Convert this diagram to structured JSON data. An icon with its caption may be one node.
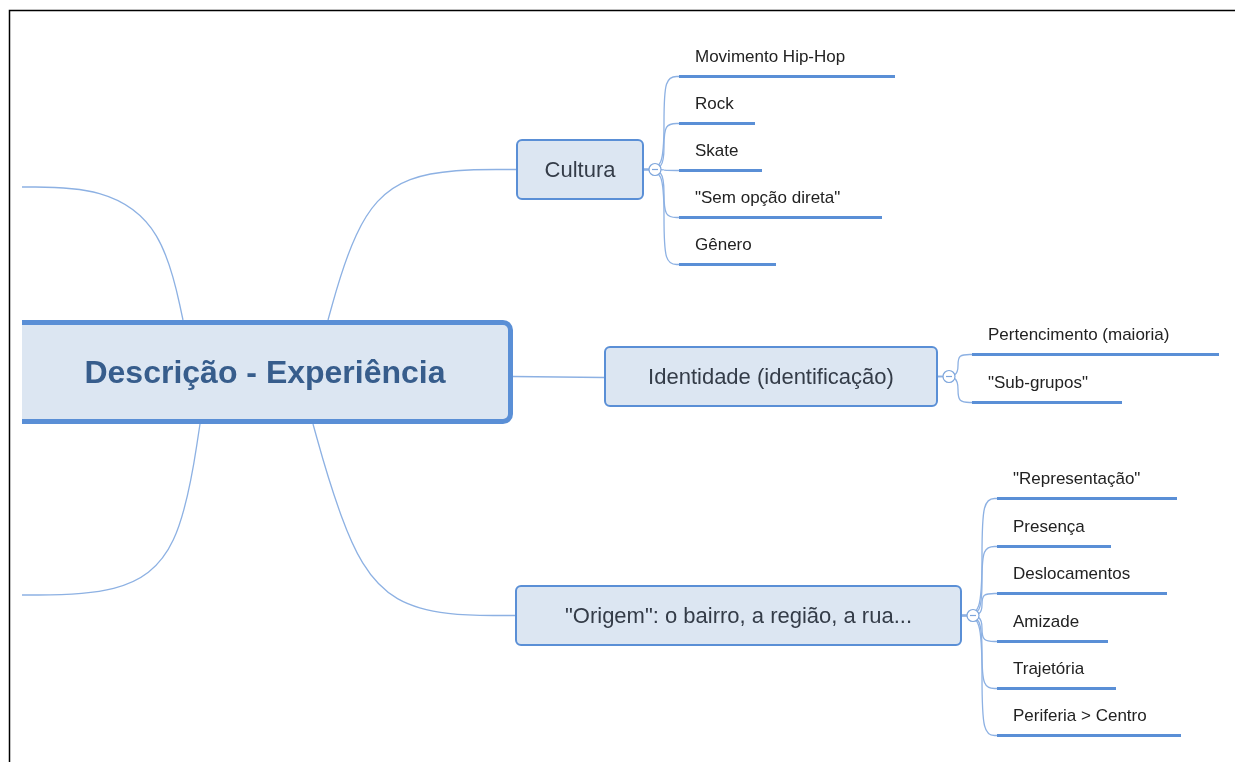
{
  "diagram": {
    "nodes": [
      {
        "text": [
          "Descrição - Experiência"
        ]
      },
      {
        "text": [
          "Cultura"
        ]
      },
      {
        "text": [
          "Movimento Hip-Hop"
        ]
      },
      {
        "text": [
          "Rock"
        ]
      },
      {
        "text": [
          "Skate"
        ]
      },
      {
        "text": [
          "\"Sem opção direta\""
        ]
      },
      {
        "text": [
          "Gênero"
        ]
      },
      {
        "text": [
          "Identidade (identificação)"
        ]
      },
      {
        "text": [
          "Pertencimento (maioria)"
        ]
      },
      {
        "text": [
          "\"Sub-grupos\""
        ]
      },
      {
        "text": [
          "\"Origem\": o bairro, a região, a rua..."
        ]
      },
      {
        "text": [
          "\"Representação\""
        ]
      },
      {
        "text": [
          "Presença"
        ]
      },
      {
        "text": [
          "Deslocamentos"
        ]
      },
      {
        "text": [
          "Amizade"
        ]
      },
      {
        "text": [
          "Trajetória"
        ]
      },
      {
        "text": [
          "Periferia > Centro"
        ]
      }
    ],
    "edges": [
      {
        "from": 0,
        "to": null,
        "arrow": "none"
      },
      {
        "from": 0,
        "to": null,
        "arrow": "none"
      },
      {
        "from": 0,
        "to": 1,
        "arrow": "none"
      },
      {
        "from": 0,
        "to": 7,
        "arrow": "none"
      },
      {
        "from": 0,
        "to": 10,
        "arrow": "none"
      },
      {
        "from": 1,
        "to": 2,
        "arrow": "none"
      },
      {
        "from": 1,
        "to": 3,
        "arrow": "none"
      },
      {
        "from": 1,
        "to": 4,
        "arrow": "none"
      },
      {
        "from": 1,
        "to": 5,
        "arrow": "none"
      },
      {
        "from": 1,
        "to": 6,
        "arrow": "none"
      },
      {
        "from": 7,
        "to": 8,
        "arrow": "none"
      },
      {
        "from": 7,
        "to": 9,
        "arrow": "none"
      },
      {
        "from": 10,
        "to": 11,
        "arrow": "none"
      },
      {
        "from": 10,
        "to": 12,
        "arrow": "none"
      },
      {
        "from": 10,
        "to": 13,
        "arrow": "none"
      },
      {
        "from": 10,
        "to": 14,
        "arrow": "none"
      },
      {
        "from": 10,
        "to": 15,
        "arrow": "none"
      },
      {
        "from": 10,
        "to": 16,
        "arrow": "none"
      }
    ]
  }
}
